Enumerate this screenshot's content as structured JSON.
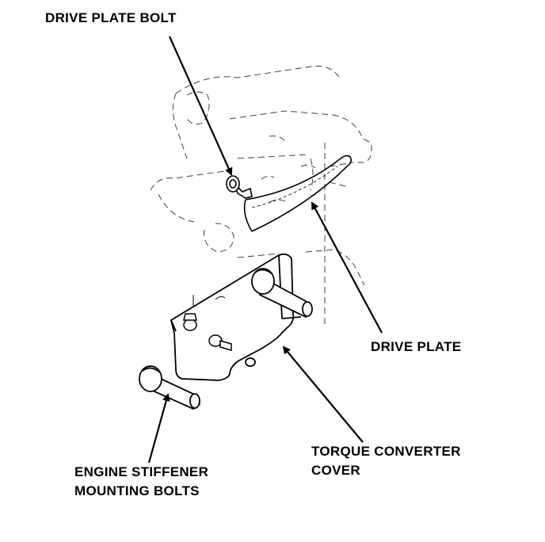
{
  "labels": {
    "drive_plate_bolt": "DRIVE PLATE BOLT",
    "drive_plate": "DRIVE PLATE",
    "torque_converter_cover_line1": "TORQUE CONVERTER",
    "torque_converter_cover_line2": "COVER",
    "engine_stiffener_line1": "ENGINE STIFFENER",
    "engine_stiffener_line2": "MOUNTING BOLTS"
  },
  "colors": {
    "ink": "#000000",
    "paper": "#ffffff"
  }
}
